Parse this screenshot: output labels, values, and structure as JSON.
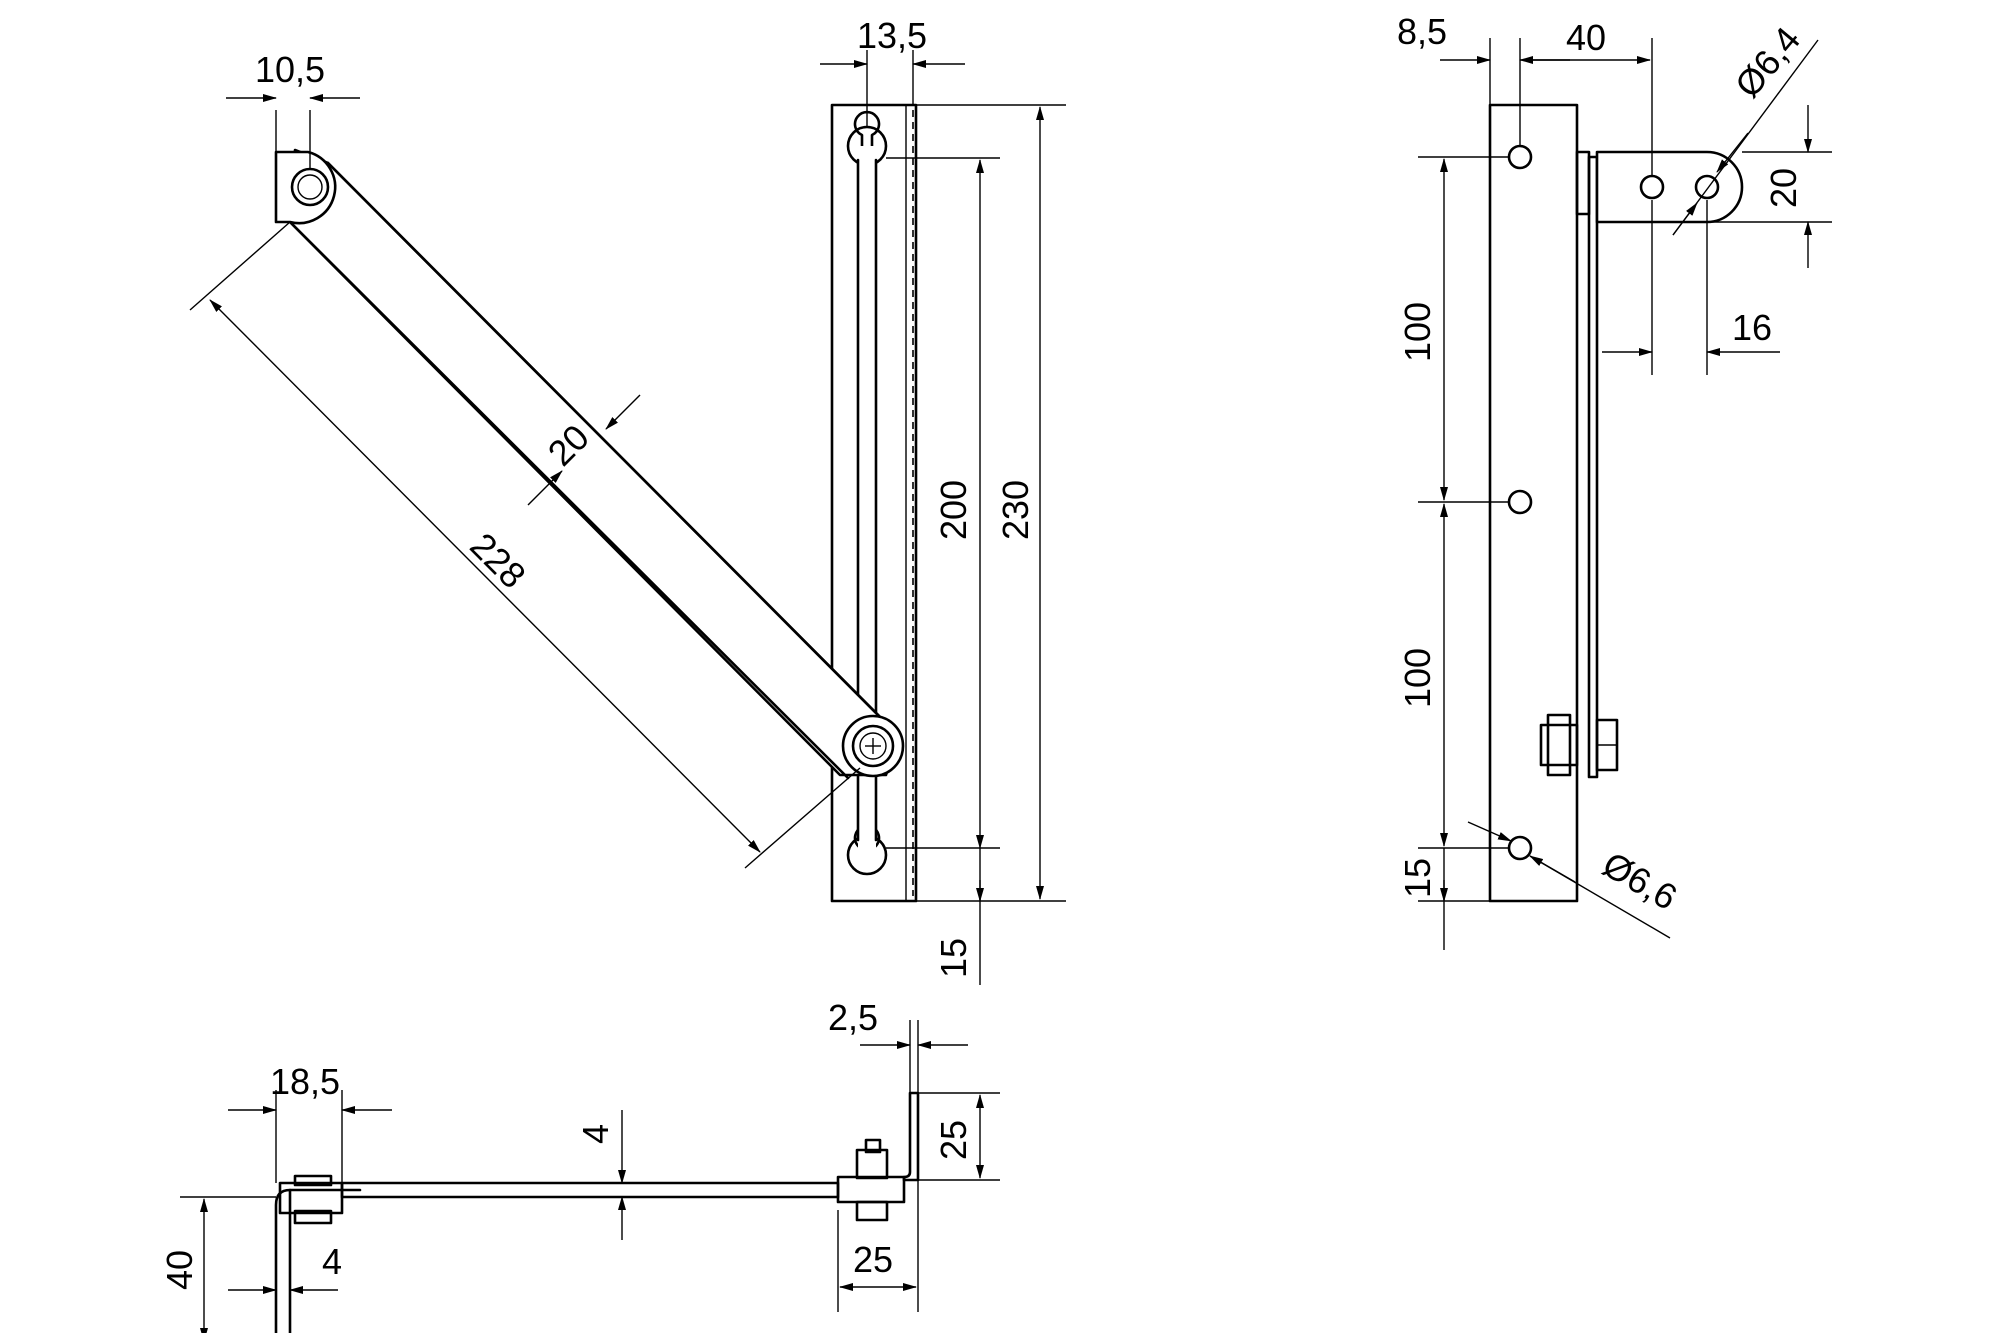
{
  "drawing": {
    "dimensions": {
      "top_left_width": "10,5",
      "arm_length": "228",
      "arm_width": "20",
      "slot_width": "13,5",
      "hole_spacing": "200",
      "rail_length": "230",
      "rail_bottom_offset": "15",
      "side_offset": "8,5",
      "side_bracket_depth": "40",
      "pin_diameter": "Ø6,4",
      "pin_height": "20",
      "pin_offset": "16",
      "hole_pitch_upper": "100",
      "hole_pitch_lower": "100",
      "side_bottom_offset": "15",
      "mount_hole_diameter": "Ø6,6",
      "sheet_thickness": "2,5",
      "bottom_flange_width": "18,5",
      "arm_thickness": "4",
      "right_flange_height": "25",
      "bottom_left_height": "40",
      "left_sheet_thickness": "4",
      "right_flange_width": "25"
    }
  }
}
